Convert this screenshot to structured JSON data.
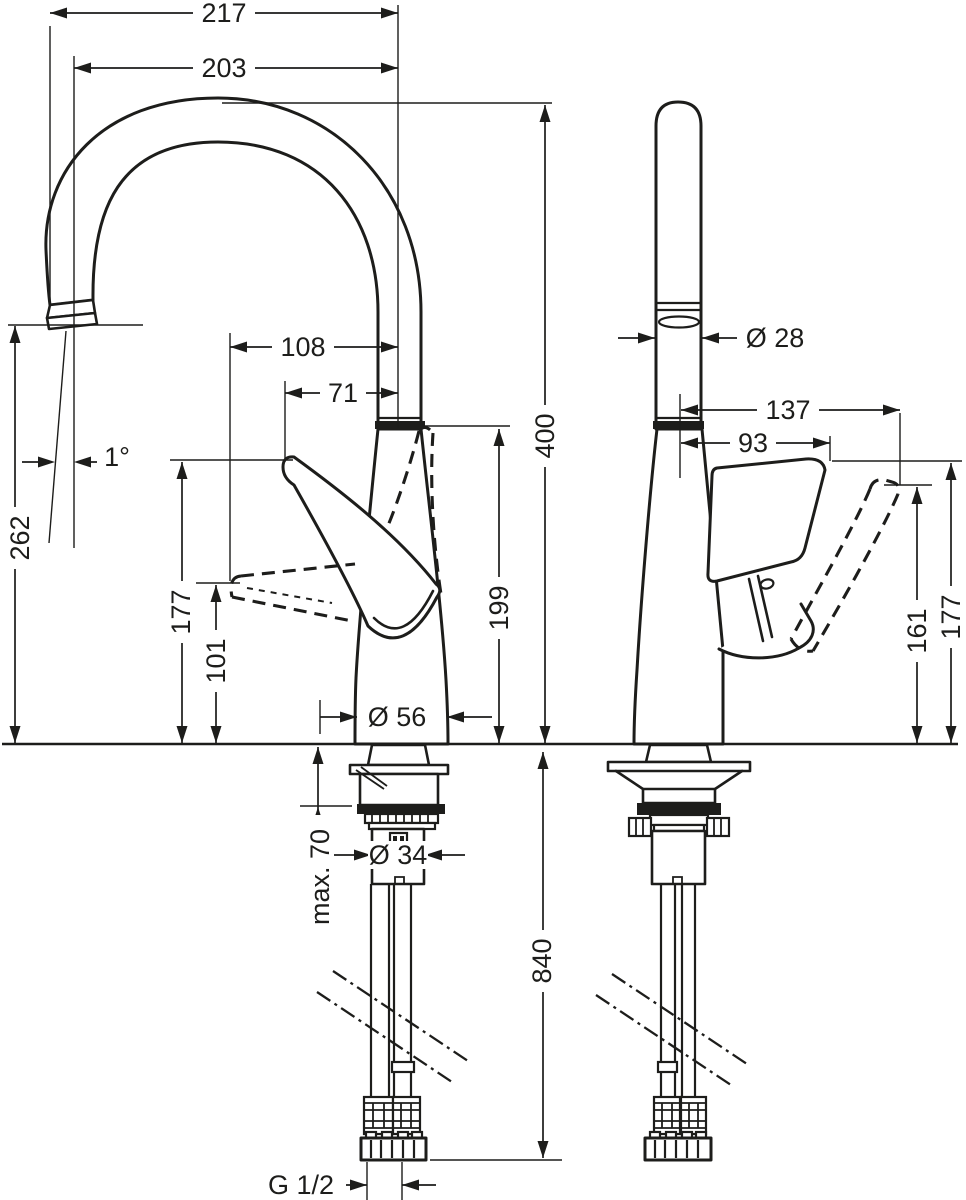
{
  "colors": {
    "line": "#1d1d1b",
    "background": "#ffffff"
  },
  "drawing": {
    "type": "technical-dimension-drawing",
    "views": [
      "front",
      "side"
    ]
  },
  "dims": {
    "d217": "217",
    "d203": "203",
    "d108": "108",
    "d71": "71",
    "angle1": "1°",
    "d262": "262",
    "d177_front": "177",
    "d101": "101",
    "dia56": "Ø 56",
    "d199": "199",
    "d400": "400",
    "d840": "840",
    "max70": "max. 70",
    "dia34": "Ø 34",
    "g_half": "G 1/2",
    "dia28": "Ø 28",
    "d137": "137",
    "d93": "93",
    "d161": "161",
    "d177_side": "177"
  }
}
